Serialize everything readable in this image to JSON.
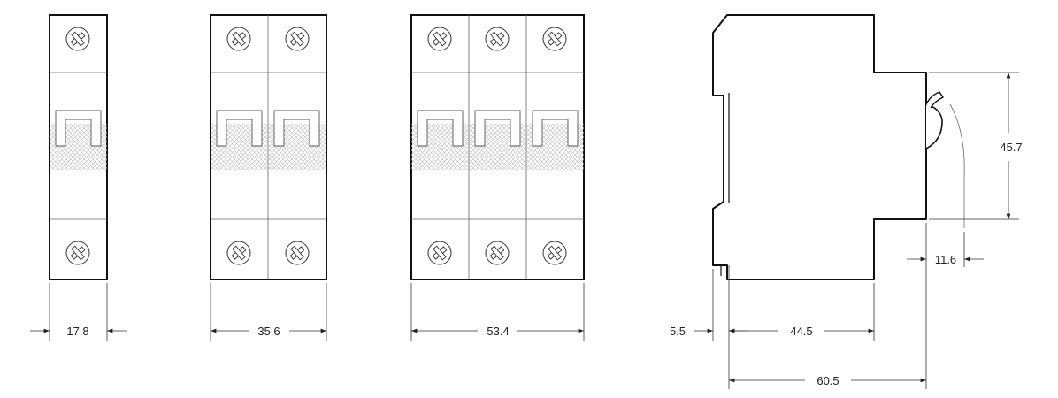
{
  "dimensions": {
    "single_pole_width": "17.8",
    "double_pole_width": "35.6",
    "triple_pole_width": "53.4",
    "rail_offset": "5.5",
    "body_depth": "44.5",
    "overall_depth": "60.5",
    "front_height": "45.7",
    "toggle_depth": "11.6"
  }
}
